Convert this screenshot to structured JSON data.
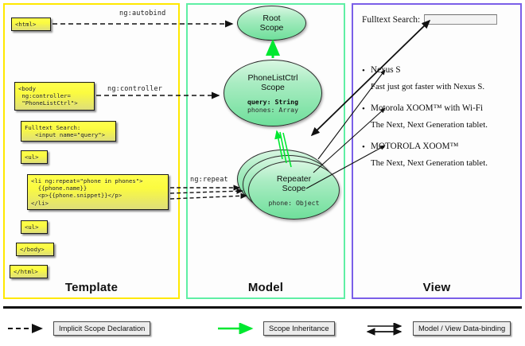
{
  "columns": [
    {
      "key": "template",
      "label": "Template",
      "border_color": "#ffe800"
    },
    {
      "key": "model",
      "label": "Model",
      "border_color": "#5fefa5"
    },
    {
      "key": "view",
      "label": "View",
      "border_color": "#7b5fe8"
    }
  ],
  "template": {
    "boxes": [
      {
        "name": "html-open-box",
        "text": "<html>"
      },
      {
        "name": "body-controller-box",
        "text": "<body\n ng:controller=\n \"PhoneListCtrl\">"
      },
      {
        "name": "fulltext-search-box",
        "text": "Fulltext Search:\n   <input name=\"query\">"
      },
      {
        "name": "ul-open-box",
        "text": "<ul>"
      },
      {
        "name": "li-repeat-box",
        "text": "<li ng:repeat=\"phone in phones\">\n  {{phone.name}}\n  <p>{{phone.snippet}}</p>\n</li>"
      },
      {
        "name": "ul-close-box",
        "text": "<ul>"
      },
      {
        "name": "body-close-box",
        "text": "</body>"
      },
      {
        "name": "html-close-box",
        "text": "</html>"
      }
    ]
  },
  "edges": {
    "autobind_label": "ng:autobind",
    "controller_label": "ng:controller",
    "repeat_label": "ng:repeat"
  },
  "model": {
    "scopes": [
      {
        "name": "root-scope",
        "title_line1": "Root",
        "title_line2": "Scope",
        "props": []
      },
      {
        "name": "phonelistctrl-scope",
        "title_line1": "PhoneListCtrl",
        "title_line2": "Scope",
        "props": [
          {
            "text": "query: String",
            "strong": true
          },
          {
            "text": "phones: Array",
            "strong": false
          }
        ]
      },
      {
        "name": "repeater-scope",
        "title_line1": "Repeater",
        "title_line2": "Scope",
        "props": [
          {
            "text": "phone: Object",
            "strong": false
          }
        ]
      }
    ]
  },
  "view": {
    "search_label": "Fulltext Search:",
    "search_value": "",
    "search_placeholder": "",
    "phones": [
      {
        "name": "Nexus S",
        "snippet": "Fast just got faster with Nexus S."
      },
      {
        "name": "Motorola XOOM™  with Wi-Fi",
        "snippet": "The Next, Next Generation tablet."
      },
      {
        "name": "MOTOROLA XOOM™",
        "snippet": "The Next, Next Generation tablet."
      }
    ]
  },
  "legend": [
    {
      "name": "legend-implicit-scope-declaration",
      "label": "Implicit Scope Declaration",
      "style": "dashed-black"
    },
    {
      "name": "legend-scope-inheritance",
      "label": "Scope Inheritance",
      "style": "solid-green"
    },
    {
      "name": "legend-model-view-databinding",
      "label": "Model / View Data-binding",
      "style": "double-black"
    }
  ],
  "colors": {
    "template_border": "#ffe800",
    "model_border": "#5fefa5",
    "view_border": "#7b5fe8",
    "code_box_fill": "#ffff4d",
    "scope_fill": "#6fdf9b",
    "inheritance_arrow": "#00e830",
    "edge_black": "#111111"
  }
}
